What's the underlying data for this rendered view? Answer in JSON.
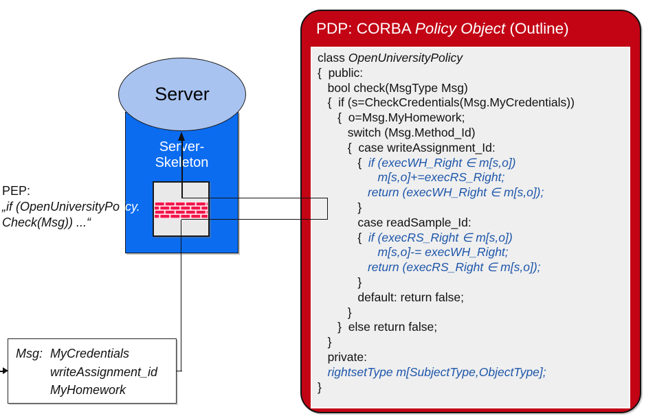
{
  "pdp": {
    "title_prefix": "PDP: CORBA ",
    "title_italic": "Policy Object",
    "title_suffix": " (Outline)",
    "code_lines": [
      [
        {
          "t": "class ",
          "s": "k"
        },
        {
          "t": "OpenUniversityPolicy",
          "s": "i"
        }
      ],
      [
        {
          "t": "{  public:",
          "s": "k"
        }
      ],
      [
        {
          "t": "   bool check(MsgType Msg)",
          "s": "k"
        }
      ],
      [
        {
          "t": "   {  if (s=CheckCredentials(Msg.MyCredentials))",
          "s": "k"
        }
      ],
      [
        {
          "t": "      {  o=Msg.MyHomework;",
          "s": "k"
        }
      ],
      [
        {
          "t": "         switch (Msg.Method_Id)",
          "s": "k"
        }
      ],
      [
        {
          "t": "         {  case writeAssignment_Id:",
          "s": "k"
        }
      ],
      [
        {
          "t": "            {  ",
          "s": "k"
        },
        {
          "t": "if (execWH_Right ∈ m[s,o])",
          "s": "b"
        }
      ],
      [
        {
          "t": "                  ",
          "s": "k"
        },
        {
          "t": "m[s,o]+=execRS_Right;",
          "s": "b"
        }
      ],
      [
        {
          "t": "               ",
          "s": "k"
        },
        {
          "t": "return (execWH_Right ∈ m[s,o]);",
          "s": "b"
        }
      ],
      [
        {
          "t": "            }",
          "s": "k"
        }
      ],
      [
        {
          "t": "            case readSample_Id:",
          "s": "k"
        }
      ],
      [
        {
          "t": "            {  ",
          "s": "k"
        },
        {
          "t": "if (execRS_Right ∈ m[s,o])",
          "s": "b"
        }
      ],
      [
        {
          "t": "                  ",
          "s": "k"
        },
        {
          "t": "m[s,o]-= execWH_Right;",
          "s": "b"
        }
      ],
      [
        {
          "t": "               ",
          "s": "k"
        },
        {
          "t": "return (execRS_Right ∈ m[s,o]);",
          "s": "b"
        }
      ],
      [
        {
          "t": "            }",
          "s": "k"
        }
      ],
      [
        {
          "t": "            default: return false;",
          "s": "k"
        }
      ],
      [
        {
          "t": "         }",
          "s": "k"
        }
      ],
      [
        {
          "t": "      }  else return false;",
          "s": "k"
        }
      ],
      [
        {
          "t": "   }",
          "s": "k"
        }
      ],
      [
        {
          "t": "   private:",
          "s": "k"
        }
      ],
      [
        {
          "t": "   ",
          "s": "k"
        },
        {
          "t": "rightsetType m[SubjectType,ObjectType];",
          "s": "b"
        }
      ],
      [
        {
          "t": "}",
          "s": "k"
        }
      ]
    ]
  },
  "server": {
    "label": "Server",
    "skeleton_line1": "Server-",
    "skeleton_line2": "Skeleton"
  },
  "pep": {
    "line1": "PEP:",
    "line2_black": "„if (OpenUniversityPo",
    "line2_white": "licy.",
    "line3": "Check(Msg)) ...“"
  },
  "msg_box": {
    "label": "Msg:",
    "items": [
      "MyCredentials",
      "writeAssignment_id",
      "MyHomework"
    ]
  },
  "colors": {
    "pdp_red": "#c20415",
    "server_blue": "#0b6cf0",
    "ellipse_blue": "#a9c3f0",
    "code_blue": "#1e56aa",
    "brick_red": "#f2164b",
    "brick_mortar": "#ffdde4",
    "panel_gray": "#efefef"
  }
}
